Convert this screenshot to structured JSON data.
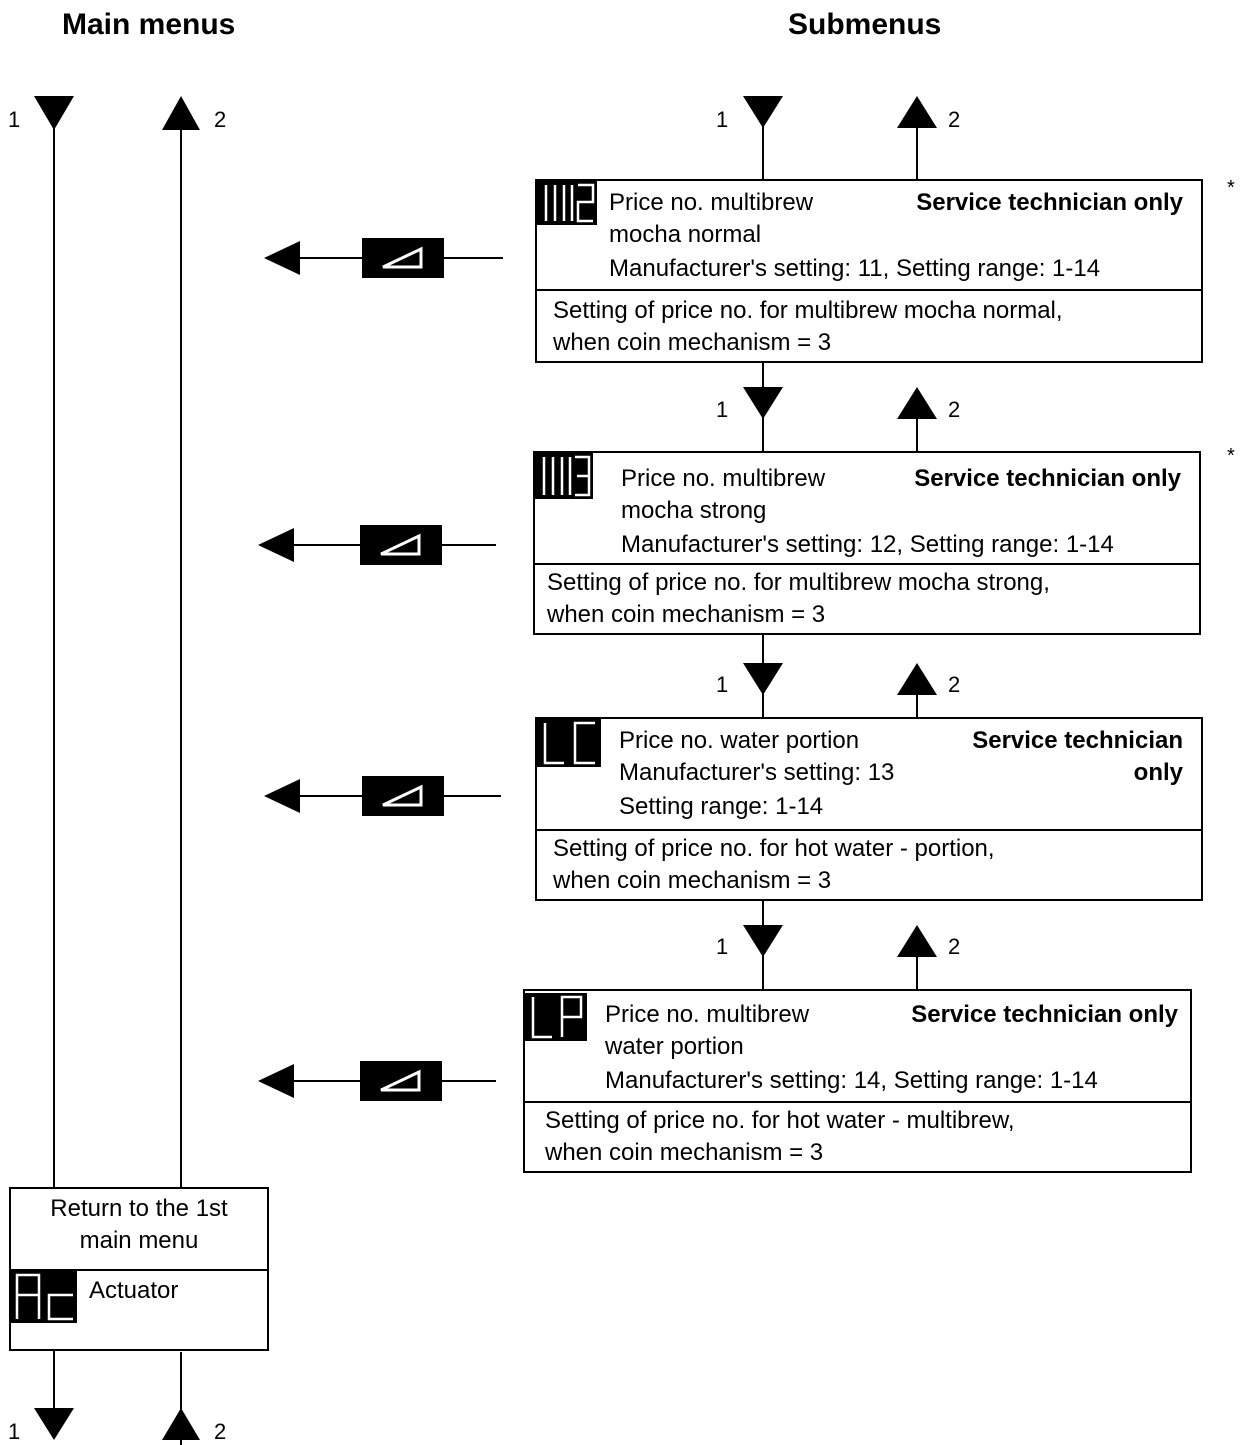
{
  "headers": {
    "main_menus": "Main menus",
    "submenus": "Submenus"
  },
  "arrow_labels": {
    "down": "1",
    "up": "2"
  },
  "footnote_mark": "*",
  "submenu_items": [
    {
      "display_code": "112",
      "name_line1": "Price no. multibrew",
      "name_line2": "mocha normal",
      "setting_line": "Manufacturer's setting: 11, Setting range: 1-14",
      "access": "Service technician only",
      "description_line1": "Setting of price no. for multibrew mocha normal,",
      "description_line2": "when coin mechanism = 3"
    },
    {
      "display_code": "113",
      "name_line1": "Price no. multibrew",
      "name_line2": "mocha strong",
      "setting_line": "Manufacturer's setting: 12, Setting range: 1-14",
      "access": "Service technician only",
      "description_line1": "Setting of price no. for multibrew mocha strong,",
      "description_line2": "when coin mechanism = 3"
    },
    {
      "display_code": "LC",
      "name_line1": "Price no. water portion",
      "name_line2": "Manufacturer's setting: 13",
      "setting_line": "Setting range: 1-14",
      "access_line1": "Service technician",
      "access_line2": "only",
      "description_line1": "Setting of price no. for hot water - portion,",
      "description_line2": "when coin mechanism = 3"
    },
    {
      "display_code": "LP",
      "name_line1": "Price no. multibrew",
      "name_line2": "water portion",
      "setting_line": "Manufacturer's setting: 14, Setting range: 1-14",
      "access": "Service technician only",
      "description_line1": "Setting of price no. for hot water - multibrew,",
      "description_line2": "when coin mechanism = 3"
    }
  ],
  "main_box": {
    "return_line1": "Return to the 1st",
    "return_line2": "main menu",
    "display_code": "Ac",
    "label": "Actuator"
  }
}
